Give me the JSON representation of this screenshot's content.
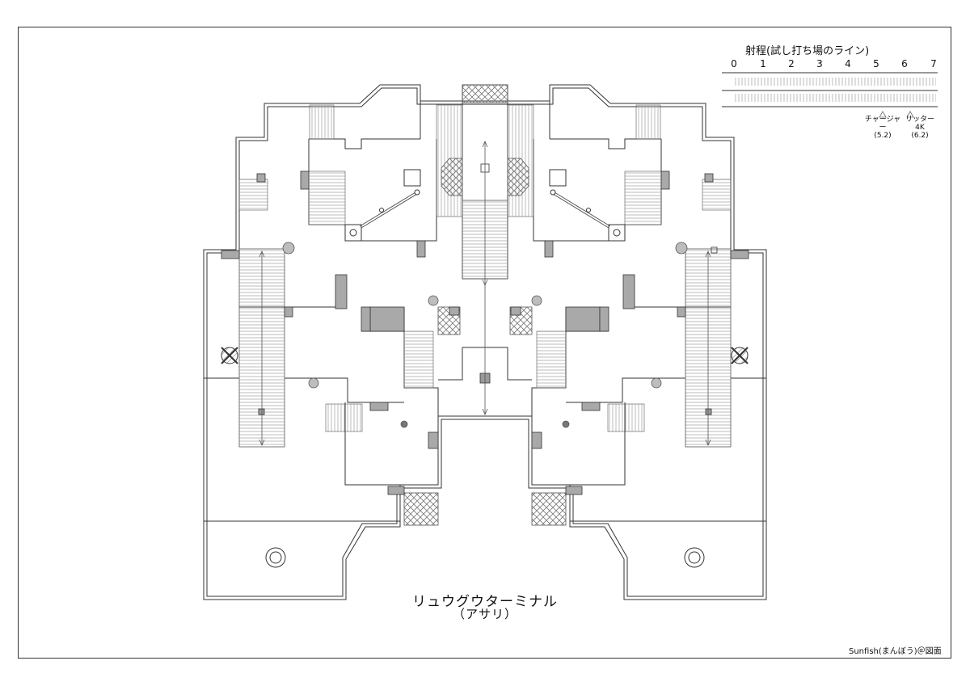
{
  "map": {
    "title": "リュウグウターミナル",
    "subtitle": "（アサリ）",
    "credit": "Sunfish(まんぼう)＠図面"
  },
  "range_scale": {
    "title": "射程(試し打ち場のライン)",
    "ticks": [
      "0",
      "1",
      "2",
      "3",
      "4",
      "5",
      "6",
      "7"
    ],
    "markers": [
      {
        "name": "チャージャー",
        "value_label": "(5.2)",
        "value": 5.2
      },
      {
        "name": "リッター4K",
        "value_label": "(6.2)",
        "value": 6.2
      }
    ]
  },
  "colors": {
    "line": "#333333",
    "block": "#a9a9a9",
    "stair": "#9a9a9a"
  }
}
